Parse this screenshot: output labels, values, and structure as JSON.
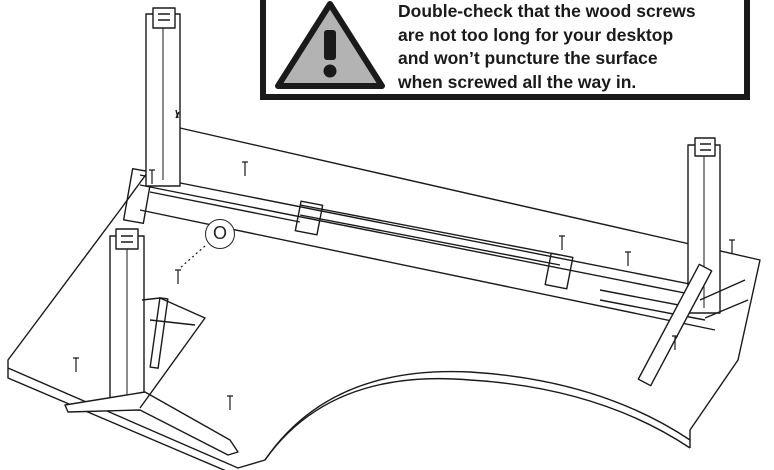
{
  "warning": {
    "icon": "warning-triangle-icon",
    "lines": [
      "Double-check that the wood screws",
      "are not too long for your desktop",
      "and won’t puncture the surface",
      "when screwed all the way in."
    ]
  },
  "callout": {
    "label": "O"
  },
  "colors": {
    "line": "#1a1a1a",
    "triangle_fill": "#b3b3b3"
  }
}
